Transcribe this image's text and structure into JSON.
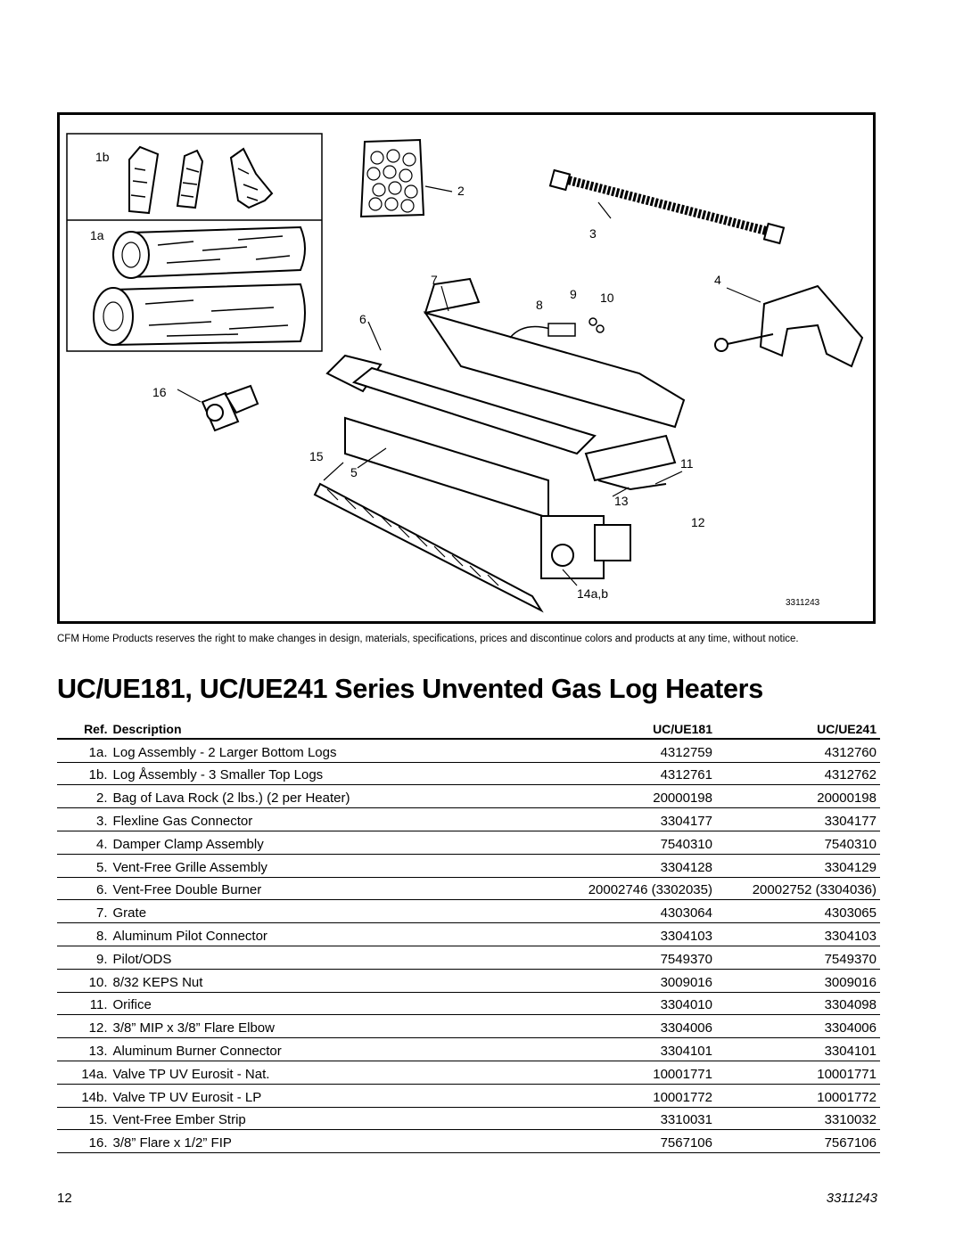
{
  "diagram": {
    "callouts": [
      "1b",
      "1a",
      "2",
      "3",
      "4",
      "6",
      "7",
      "8",
      "9",
      "10",
      "16",
      "15",
      "5",
      "11",
      "13",
      "12",
      "14a,b"
    ],
    "drawing_number": "3311243"
  },
  "disclaimer": "CFM Home Products reserves the right to make changes in design, materials, specifications, prices and discontinue colors and products at any time, without notice.",
  "title": "UC/UE181, UC/UE241 Series Unvented Gas Log Heaters",
  "table": {
    "headers": {
      "ref": "Ref.",
      "description": "Description",
      "uc181": "UC/UE181",
      "uc241": "UC/UE241"
    },
    "rows": [
      {
        "ref": "1a.",
        "description": "Log Assembly - 2 Larger Bottom Logs",
        "uc181": "4312759",
        "uc241": "4312760"
      },
      {
        "ref": "1b.",
        "description": "Log Åssembly - 3 Smaller Top Logs",
        "uc181": "4312761",
        "uc241": "4312762"
      },
      {
        "ref": "2.",
        "description": "Bag of Lava Rock (2 lbs.) (2 per Heater)",
        "uc181": "20000198",
        "uc241": "20000198"
      },
      {
        "ref": "3.",
        "description": "Flexline Gas Connector",
        "uc181": "3304177",
        "uc241": "3304177"
      },
      {
        "ref": "4.",
        "description": "Damper Clamp Assembly",
        "uc181": "7540310",
        "uc241": "7540310"
      },
      {
        "ref": "5.",
        "description": "Vent-Free Grille Assembly",
        "uc181": "3304128",
        "uc241": "3304129"
      },
      {
        "ref": "6.",
        "description": "Vent-Free Double Burner",
        "uc181": "20002746 (3302035)",
        "uc241": "20002752 (3304036)"
      },
      {
        "ref": "7.",
        "description": "Grate",
        "uc181": "4303064",
        "uc241": "4303065"
      },
      {
        "ref": "8.",
        "description": "Aluminum Pilot Connector",
        "uc181": "3304103",
        "uc241": "3304103"
      },
      {
        "ref": "9.",
        "description": "Pilot/ODS",
        "uc181": "7549370",
        "uc241": "7549370"
      },
      {
        "ref": "10.",
        "description": "8/32 KEPS Nut",
        "uc181": "3009016",
        "uc241": "3009016"
      },
      {
        "ref": "11.",
        "description": "Orifice",
        "uc181": "3304010",
        "uc241": "3304098"
      },
      {
        "ref": "12.",
        "description": "3/8” MIP x 3/8” Flare Elbow",
        "uc181": "3304006",
        "uc241": "3304006"
      },
      {
        "ref": "13.",
        "description": "Aluminum Burner Connector",
        "uc181": "3304101",
        "uc241": "3304101"
      },
      {
        "ref": "14a.",
        "description": "Valve TP UV Eurosit - Nat.",
        "uc181": "10001771",
        "uc241": "10001771"
      },
      {
        "ref": "14b.",
        "description": "Valve TP UV Eurosit - LP",
        "uc181": "10001772",
        "uc241": "10001772"
      },
      {
        "ref": "15.",
        "description": "Vent-Free Ember Strip",
        "uc181": "3310031",
        "uc241": "3310032"
      },
      {
        "ref": "16.",
        "description": "3/8” Flare x 1/2” FIP",
        "uc181": "7567106",
        "uc241": "7567106"
      }
    ]
  },
  "footer": {
    "page_number": "12",
    "doc_number": "3311243"
  }
}
